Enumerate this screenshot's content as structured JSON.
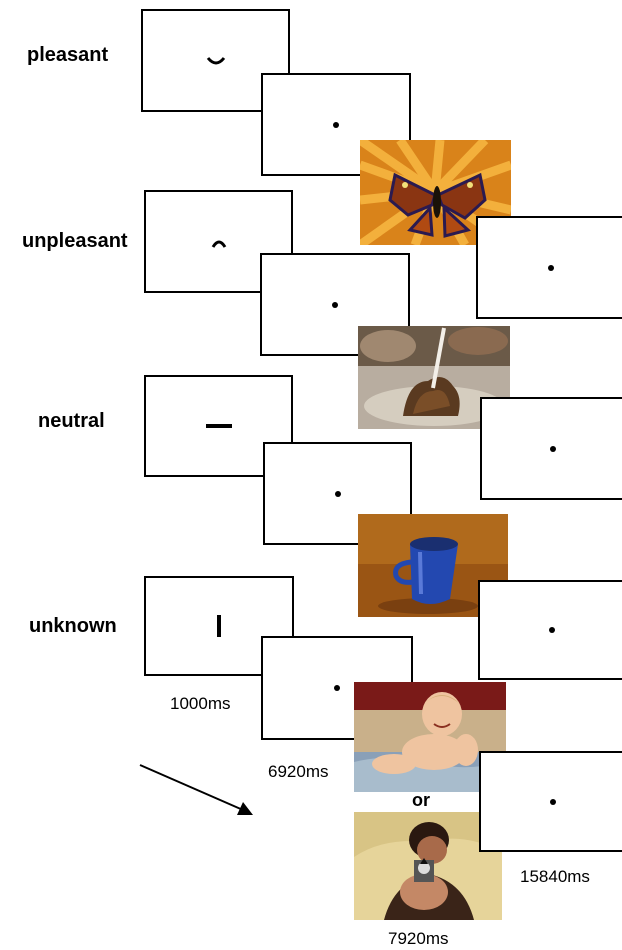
{
  "conditions": [
    {
      "label": "pleasant",
      "cue": "smile",
      "picture": "butterfly on orange flower"
    },
    {
      "label": "unpleasant",
      "cue": "frown",
      "picture": "cigarette butt in excrement"
    },
    {
      "label": "neutral",
      "cue": "horizontal line",
      "picture": "blue mug on wooden table"
    },
    {
      "label": "unknown",
      "cue": "vertical line",
      "picture": "baby or man pointing gun"
    }
  ],
  "connector": "or",
  "timings": {
    "cue": "1000ms",
    "anticipation": "6920ms",
    "picture": "7920ms",
    "fixation": "15840ms"
  },
  "colors": {
    "frame_border": "#000000",
    "background": "#ffffff"
  }
}
